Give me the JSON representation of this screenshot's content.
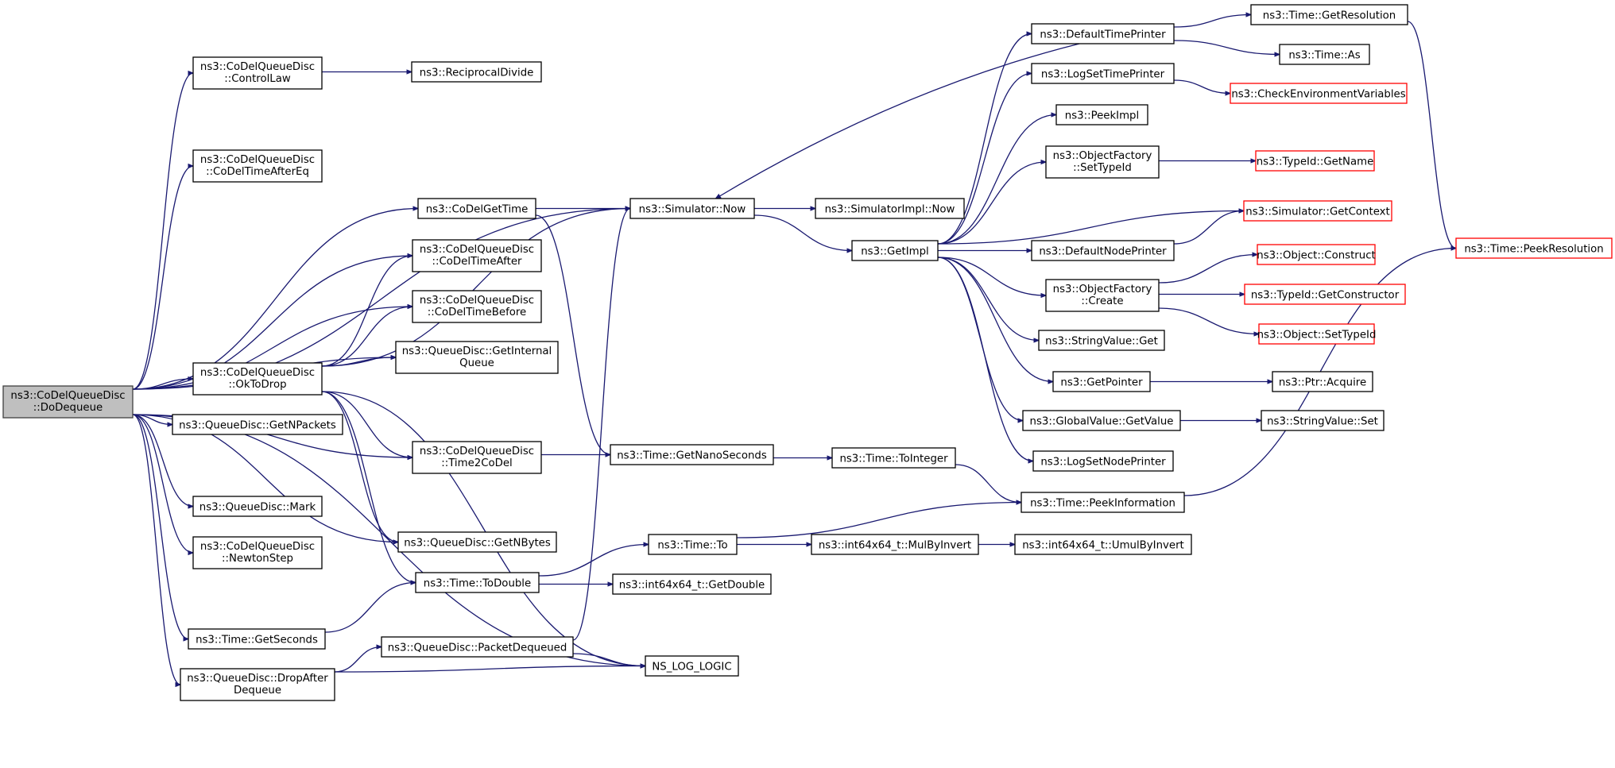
{
  "colors": {
    "edge": "#191970",
    "node_border": "#000000",
    "root_fill": "#bfbfbf",
    "root_border": "#404040",
    "truncated_border": "#ff0000",
    "background": "#ffffff"
  },
  "nodes": [
    {
      "id": "DoDequeue",
      "lines": [
        "ns3::CoDelQueueDisc",
        "::DoDequeue"
      ],
      "style": "root"
    },
    {
      "id": "ControlLaw",
      "lines": [
        "ns3::CoDelQueueDisc",
        "::ControlLaw"
      ],
      "style": "normal"
    },
    {
      "id": "ReciprocalDivide",
      "lines": [
        "ns3::ReciprocalDivide"
      ],
      "style": "normal"
    },
    {
      "id": "CoDelTimeAfterEq",
      "lines": [
        "ns3::CoDelQueueDisc",
        "::CoDelTimeAfterEq"
      ],
      "style": "normal"
    },
    {
      "id": "CoDelGetTime",
      "lines": [
        "ns3::CoDelGetTime"
      ],
      "style": "normal"
    },
    {
      "id": "CoDelTimeAfter",
      "lines": [
        "ns3::CoDelQueueDisc",
        "::CoDelTimeAfter"
      ],
      "style": "normal"
    },
    {
      "id": "CoDelTimeBefore",
      "lines": [
        "ns3::CoDelQueueDisc",
        "::CoDelTimeBefore"
      ],
      "style": "normal"
    },
    {
      "id": "GetInternalQueue",
      "lines": [
        "ns3::QueueDisc::GetInternal",
        "Queue"
      ],
      "style": "normal"
    },
    {
      "id": "OkToDrop",
      "lines": [
        "ns3::CoDelQueueDisc",
        "::OkToDrop"
      ],
      "style": "normal"
    },
    {
      "id": "GetNPackets",
      "lines": [
        "ns3::QueueDisc::GetNPackets"
      ],
      "style": "normal"
    },
    {
      "id": "Time2CoDel",
      "lines": [
        "ns3::CoDelQueueDisc",
        "::Time2CoDel"
      ],
      "style": "normal"
    },
    {
      "id": "Mark",
      "lines": [
        "ns3::QueueDisc::Mark"
      ],
      "style": "normal"
    },
    {
      "id": "GetNBytes",
      "lines": [
        "ns3::QueueDisc::GetNBytes"
      ],
      "style": "normal"
    },
    {
      "id": "NewtonStep",
      "lines": [
        "ns3::CoDelQueueDisc",
        "::NewtonStep"
      ],
      "style": "normal"
    },
    {
      "id": "ToDouble",
      "lines": [
        "ns3::Time::ToDouble"
      ],
      "style": "normal"
    },
    {
      "id": "GetSeconds",
      "lines": [
        "ns3::Time::GetSeconds"
      ],
      "style": "normal"
    },
    {
      "id": "PacketDequeued",
      "lines": [
        "ns3::QueueDisc::PacketDequeued"
      ],
      "style": "normal"
    },
    {
      "id": "DropAfterDequeue",
      "lines": [
        "ns3::QueueDisc::DropAfter",
        "Dequeue"
      ],
      "style": "normal"
    },
    {
      "id": "SimulatorNow",
      "lines": [
        "ns3::Simulator::Now"
      ],
      "style": "normal"
    },
    {
      "id": "SimulatorImplNow",
      "lines": [
        "ns3::SimulatorImpl::Now"
      ],
      "style": "normal"
    },
    {
      "id": "GetNanoSeconds",
      "lines": [
        "ns3::Time::GetNanoSeconds"
      ],
      "style": "normal"
    },
    {
      "id": "ToInteger",
      "lines": [
        "ns3::Time::ToInteger"
      ],
      "style": "normal"
    },
    {
      "id": "TimeTo",
      "lines": [
        "ns3::Time::To"
      ],
      "style": "normal"
    },
    {
      "id": "MulByInvert",
      "lines": [
        "ns3::int64x64_t::MulByInvert"
      ],
      "style": "normal"
    },
    {
      "id": "UmulByInvert",
      "lines": [
        "ns3::int64x64_t::UmulByInvert"
      ],
      "style": "normal"
    },
    {
      "id": "GetDouble",
      "lines": [
        "ns3::int64x64_t::GetDouble"
      ],
      "style": "normal"
    },
    {
      "id": "NS_LOG_LOGIC",
      "lines": [
        "NS_LOG_LOGIC"
      ],
      "style": "normal"
    },
    {
      "id": "GetImpl",
      "lines": [
        "ns3::GetImpl"
      ],
      "style": "normal"
    },
    {
      "id": "DefaultTimePrinter",
      "lines": [
        "ns3::DefaultTimePrinter"
      ],
      "style": "normal"
    },
    {
      "id": "GetResolution",
      "lines": [
        "ns3::Time::GetResolution"
      ],
      "style": "normal"
    },
    {
      "id": "TimeAs",
      "lines": [
        "ns3::Time::As"
      ],
      "style": "normal"
    },
    {
      "id": "LogSetTimePrinter",
      "lines": [
        "ns3::LogSetTimePrinter"
      ],
      "style": "normal"
    },
    {
      "id": "CheckEnvironmentVariables",
      "lines": [
        "ns3::CheckEnvironmentVariables"
      ],
      "style": "truncated"
    },
    {
      "id": "PeekImpl",
      "lines": [
        "ns3::PeekImpl"
      ],
      "style": "normal"
    },
    {
      "id": "SetTypeIdFactory",
      "lines": [
        "ns3::ObjectFactory",
        "::SetTypeId"
      ],
      "style": "normal"
    },
    {
      "id": "TypeIdGetName",
      "lines": [
        "ns3::TypeId::GetName"
      ],
      "style": "truncated"
    },
    {
      "id": "SimulatorGetContext",
      "lines": [
        "ns3::Simulator::GetContext"
      ],
      "style": "truncated"
    },
    {
      "id": "DefaultNodePrinter",
      "lines": [
        "ns3::DefaultNodePrinter"
      ],
      "style": "normal"
    },
    {
      "id": "PeekResolution",
      "lines": [
        "ns3::Time::PeekResolution"
      ],
      "style": "truncated"
    },
    {
      "id": "ObjectConstruct",
      "lines": [
        "ns3::Object::Construct"
      ],
      "style": "truncated"
    },
    {
      "id": "ObjectFactoryCreate",
      "lines": [
        "ns3::ObjectFactory",
        "::Create"
      ],
      "style": "normal"
    },
    {
      "id": "GetConstructor",
      "lines": [
        "ns3::TypeId::GetConstructor"
      ],
      "style": "truncated"
    },
    {
      "id": "ObjectSetTypeId",
      "lines": [
        "ns3::Object::SetTypeId"
      ],
      "style": "truncated"
    },
    {
      "id": "StringValueGet",
      "lines": [
        "ns3::StringValue::Get"
      ],
      "style": "normal"
    },
    {
      "id": "GetPointer",
      "lines": [
        "ns3::GetPointer"
      ],
      "style": "normal"
    },
    {
      "id": "PtrAcquire",
      "lines": [
        "ns3::Ptr::Acquire"
      ],
      "style": "normal"
    },
    {
      "id": "GlobalValueGetValue",
      "lines": [
        "ns3::GlobalValue::GetValue"
      ],
      "style": "normal"
    },
    {
      "id": "StringValueSet",
      "lines": [
        "ns3::StringValue::Set"
      ],
      "style": "normal"
    },
    {
      "id": "LogSetNodePrinter",
      "lines": [
        "ns3::LogSetNodePrinter"
      ],
      "style": "normal"
    },
    {
      "id": "PeekInformation",
      "lines": [
        "ns3::Time::PeekInformation"
      ],
      "style": "normal"
    }
  ],
  "edges": [
    [
      "DoDequeue",
      "ControlLaw"
    ],
    [
      "DoDequeue",
      "SimulatorNow"
    ],
    [
      "DoDequeue",
      "CoDelTimeAfterEq"
    ],
    [
      "DoDequeue",
      "CoDelGetTime"
    ],
    [
      "DoDequeue",
      "CoDelTimeAfter"
    ],
    [
      "DoDequeue",
      "CoDelTimeBefore"
    ],
    [
      "DoDequeue",
      "GetInternalQueue"
    ],
    [
      "DoDequeue",
      "OkToDrop"
    ],
    [
      "DoDequeue",
      "GetNPackets"
    ],
    [
      "DoDequeue",
      "Time2CoDel"
    ],
    [
      "DoDequeue",
      "Mark"
    ],
    [
      "DoDequeue",
      "NewtonStep"
    ],
    [
      "DoDequeue",
      "GetNBytes"
    ],
    [
      "DoDequeue",
      "GetSeconds"
    ],
    [
      "DoDequeue",
      "DropAfterDequeue"
    ],
    [
      "DoDequeue",
      "NS_LOG_LOGIC"
    ],
    [
      "ControlLaw",
      "ReciprocalDivide"
    ],
    [
      "CoDelGetTime",
      "SimulatorNow"
    ],
    [
      "CoDelGetTime",
      "GetNanoSeconds"
    ],
    [
      "OkToDrop",
      "CoDelTimeAfter"
    ],
    [
      "OkToDrop",
      "CoDelTimeBefore"
    ],
    [
      "OkToDrop",
      "GetInternalQueue"
    ],
    [
      "OkToDrop",
      "SimulatorNow"
    ],
    [
      "OkToDrop",
      "Time2CoDel"
    ],
    [
      "OkToDrop",
      "GetNBytes"
    ],
    [
      "OkToDrop",
      "ToDouble"
    ],
    [
      "OkToDrop",
      "NS_LOG_LOGIC"
    ],
    [
      "Time2CoDel",
      "GetNanoSeconds"
    ],
    [
      "GetSeconds",
      "ToDouble"
    ],
    [
      "ToDouble",
      "TimeTo"
    ],
    [
      "ToDouble",
      "GetDouble"
    ],
    [
      "DropAfterDequeue",
      "PacketDequeued"
    ],
    [
      "DropAfterDequeue",
      "NS_LOG_LOGIC"
    ],
    [
      "PacketDequeued",
      "SimulatorNow"
    ],
    [
      "PacketDequeued",
      "NS_LOG_LOGIC"
    ],
    [
      "SimulatorNow",
      "SimulatorImplNow"
    ],
    [
      "SimulatorNow",
      "GetImpl"
    ],
    [
      "GetNanoSeconds",
      "ToInteger"
    ],
    [
      "ToInteger",
      "PeekInformation"
    ],
    [
      "TimeTo",
      "PeekInformation"
    ],
    [
      "TimeTo",
      "MulByInvert"
    ],
    [
      "MulByInvert",
      "UmulByInvert"
    ],
    [
      "GetImpl",
      "DefaultTimePrinter"
    ],
    [
      "GetImpl",
      "LogSetTimePrinter"
    ],
    [
      "GetImpl",
      "PeekImpl"
    ],
    [
      "GetImpl",
      "SetTypeIdFactory"
    ],
    [
      "GetImpl",
      "SimulatorGetContext"
    ],
    [
      "GetImpl",
      "DefaultNodePrinter"
    ],
    [
      "GetImpl",
      "ObjectFactoryCreate"
    ],
    [
      "GetImpl",
      "StringValueGet"
    ],
    [
      "GetImpl",
      "GetPointer"
    ],
    [
      "GetImpl",
      "GlobalValueGetValue"
    ],
    [
      "GetImpl",
      "LogSetNodePrinter"
    ],
    [
      "DefaultTimePrinter",
      "GetResolution"
    ],
    [
      "DefaultTimePrinter",
      "TimeAs"
    ],
    [
      "DefaultTimePrinter",
      "SimulatorNow"
    ],
    [
      "GetResolution",
      "PeekResolution"
    ],
    [
      "LogSetTimePrinter",
      "CheckEnvironmentVariables"
    ],
    [
      "SetTypeIdFactory",
      "TypeIdGetName"
    ],
    [
      "DefaultNodePrinter",
      "SimulatorGetContext"
    ],
    [
      "ObjectFactoryCreate",
      "ObjectConstruct"
    ],
    [
      "ObjectFactoryCreate",
      "GetConstructor"
    ],
    [
      "ObjectFactoryCreate",
      "ObjectSetTypeId"
    ],
    [
      "GetPointer",
      "PtrAcquire"
    ],
    [
      "GlobalValueGetValue",
      "StringValueSet"
    ],
    [
      "PeekInformation",
      "PeekResolution"
    ]
  ]
}
